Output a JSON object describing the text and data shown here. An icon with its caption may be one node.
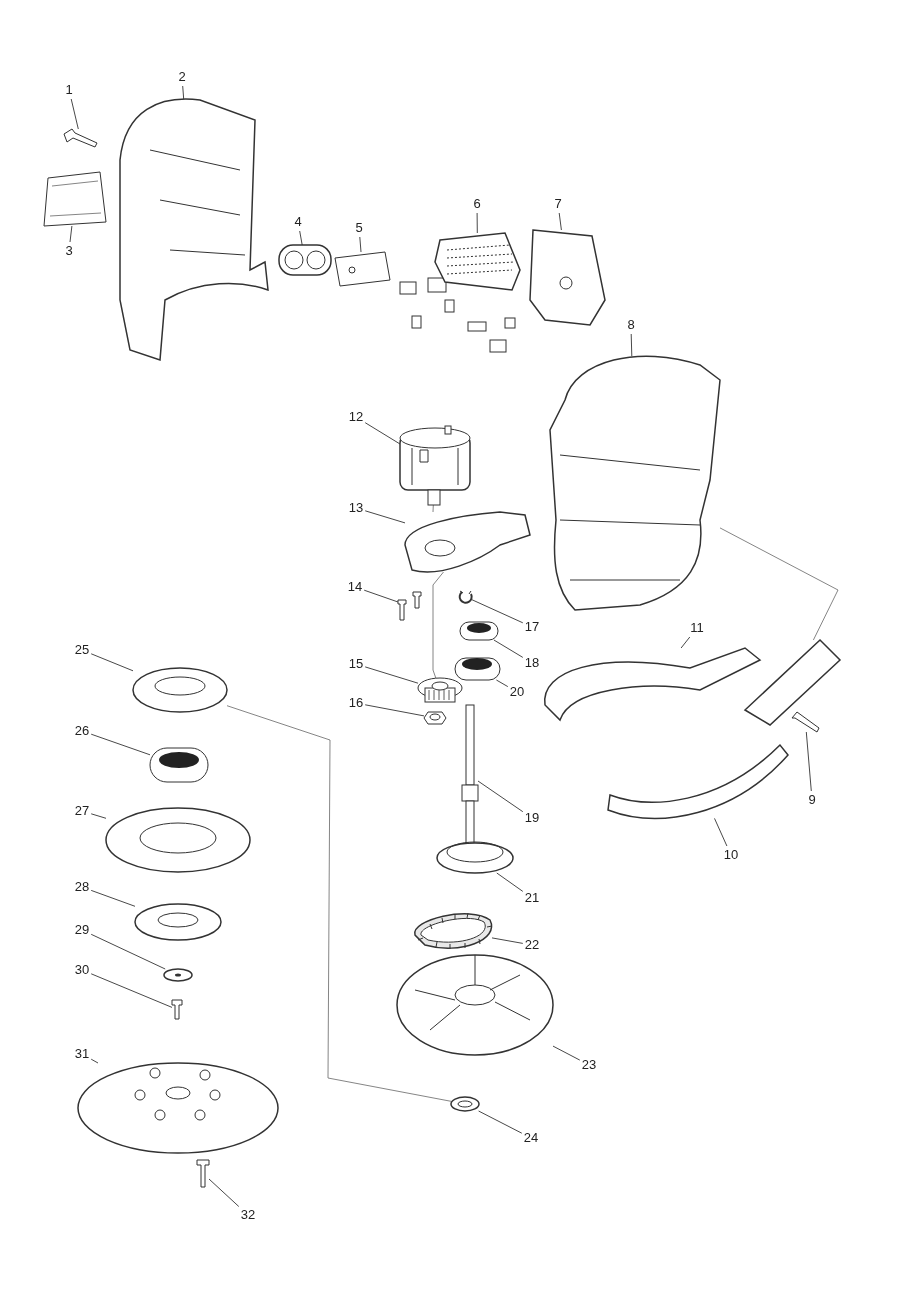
{
  "diagram": {
    "nodes": [
      {
        "text": [
          "1"
        ]
      },
      {
        "text": [
          "2"
        ]
      },
      {
        "text": [
          "3"
        ]
      },
      {
        "text": [
          "4"
        ]
      },
      {
        "text": [
          "5"
        ]
      },
      {
        "text": [
          "6"
        ]
      },
      {
        "text": [
          "7"
        ]
      },
      {
        "text": [
          "8"
        ]
      },
      {
        "text": [
          "9"
        ]
      },
      {
        "text": [
          "10"
        ]
      },
      {
        "text": [
          "11"
        ]
      },
      {
        "text": [
          "12"
        ]
      },
      {
        "text": [
          "13"
        ]
      },
      {
        "text": [
          "14"
        ]
      },
      {
        "text": [
          "15"
        ]
      },
      {
        "text": [
          "16"
        ]
      },
      {
        "text": [
          "17"
        ]
      },
      {
        "text": [
          "18"
        ]
      },
      {
        "text": [
          "19"
        ]
      },
      {
        "text": [
          "20"
        ]
      },
      {
        "text": [
          "21"
        ]
      },
      {
        "text": [
          "22"
        ]
      },
      {
        "text": [
          "23"
        ]
      },
      {
        "text": [
          "24"
        ]
      },
      {
        "text": [
          "25"
        ]
      },
      {
        "text": [
          "26"
        ]
      },
      {
        "text": [
          "27"
        ]
      },
      {
        "text": [
          "28"
        ]
      },
      {
        "text": [
          "29"
        ]
      },
      {
        "text": [
          "30"
        ]
      },
      {
        "text": [
          "31"
        ]
      },
      {
        "text": [
          "32"
        ]
      },
      {
        "text": [],
        "shape": "picture"
      },
      {
        "text": [],
        "shape": "picture"
      },
      {
        "text": [],
        "shape": "picture"
      },
      {
        "text": [],
        "shape": "picture"
      },
      {
        "text": [],
        "shape": "picture"
      },
      {
        "text": [],
        "shape": "picture"
      },
      {
        "text": [],
        "shape": "picture"
      },
      {
        "text": [],
        "shape": "picture"
      },
      {
        "text": [],
        "shape": "picture"
      },
      {
        "text": [],
        "shape": "picture"
      },
      {
        "text": [],
        "shape": "picture"
      },
      {
        "text": [],
        "shape": "picture"
      },
      {
        "text": [],
        "shape": "picture"
      },
      {
        "text": [],
        "shape": "picture"
      },
      {
        "text": [],
        "shape": "picture"
      },
      {
        "text": [],
        "shape": "picture"
      },
      {
        "text": [],
        "shape": "picture"
      },
      {
        "text": [],
        "shape": "picture"
      },
      {
        "text": [],
        "shape": "picture"
      },
      {
        "text": [],
        "shape": "picture"
      },
      {
        "text": [],
        "shape": "picture"
      },
      {
        "text": [],
        "shape": "picture"
      },
      {
        "text": [],
        "shape": "picture"
      },
      {
        "text": [],
        "shape": "picture"
      },
      {
        "text": [],
        "shape": "picture"
      },
      {
        "text": [],
        "shape": "picture"
      },
      {
        "text": [],
        "shape": "picture"
      },
      {
        "text": [],
        "shape": "picture"
      },
      {
        "text": [],
        "shape": "picture"
      },
      {
        "text": [],
        "shape": "picture"
      },
      {
        "text": [],
        "shape": "picture"
      },
      {
        "text": [],
        "shape": "picture"
      },
      {
        "text": [],
        "shape": "picture"
      }
    ],
    "edges": [
      {
        "from": 0,
        "to": 32,
        "arrow": "none"
      },
      {
        "from": 1,
        "to": 33,
        "arrow": "none"
      },
      {
        "from": 2,
        "to": 34,
        "arrow": "none"
      },
      {
        "from": 3,
        "to": 35,
        "arrow": "none"
      },
      {
        "from": 4,
        "to": 36,
        "arrow": "none"
      },
      {
        "from": 5,
        "to": 37,
        "arrow": "none"
      },
      {
        "from": 6,
        "to": 38,
        "arrow": "none"
      },
      {
        "from": 7,
        "to": 39,
        "arrow": "none"
      },
      {
        "from": 8,
        "to": 40,
        "arrow": "none"
      },
      {
        "from": 9,
        "to": 41,
        "arrow": "none"
      },
      {
        "from": 10,
        "to": 42,
        "arrow": "none"
      },
      {
        "from": 11,
        "to": 43,
        "arrow": "none"
      },
      {
        "from": 12,
        "to": 44,
        "arrow": "none"
      },
      {
        "from": 13,
        "to": 45,
        "arrow": "none"
      },
      {
        "from": 14,
        "to": 46,
        "arrow": "none"
      },
      {
        "from": 15,
        "to": 47,
        "arrow": "none"
      },
      {
        "from": 16,
        "to": 48,
        "arrow": "none"
      },
      {
        "from": 17,
        "to": 49,
        "arrow": "none"
      },
      {
        "from": 18,
        "to": 50,
        "arrow": "none"
      },
      {
        "from": 19,
        "to": 51,
        "arrow": "none"
      },
      {
        "from": 20,
        "to": 52,
        "arrow": "none"
      },
      {
        "from": 21,
        "to": 53,
        "arrow": "none"
      },
      {
        "from": 22,
        "to": 54,
        "arrow": "none"
      },
      {
        "from": 23,
        "to": 55,
        "arrow": "none"
      },
      {
        "from": 24,
        "to": 56,
        "arrow": "none"
      },
      {
        "from": 25,
        "to": 57,
        "arrow": "none"
      },
      {
        "from": 26,
        "to": 58,
        "arrow": "none"
      },
      {
        "from": 27,
        "to": 59,
        "arrow": "none"
      },
      {
        "from": 28,
        "to": 60,
        "arrow": "none"
      },
      {
        "from": 29,
        "to": 61,
        "arrow": "none"
      },
      {
        "from": 30,
        "to": 62,
        "arrow": "none"
      },
      {
        "from": 31,
        "to": 63,
        "arrow": "none"
      },
      {
        "from": 56,
        "to": 55,
        "arrow": "none",
        "color": "#666666"
      },
      {
        "from": 39,
        "to": 64,
        "arrow": "none",
        "color": "#666666"
      },
      {
        "from": 43,
        "to": 44,
        "arrow": "none",
        "color": "#666666"
      },
      {
        "from": 44,
        "to": 46,
        "arrow": "none",
        "color": "#666666"
      }
    ]
  }
}
